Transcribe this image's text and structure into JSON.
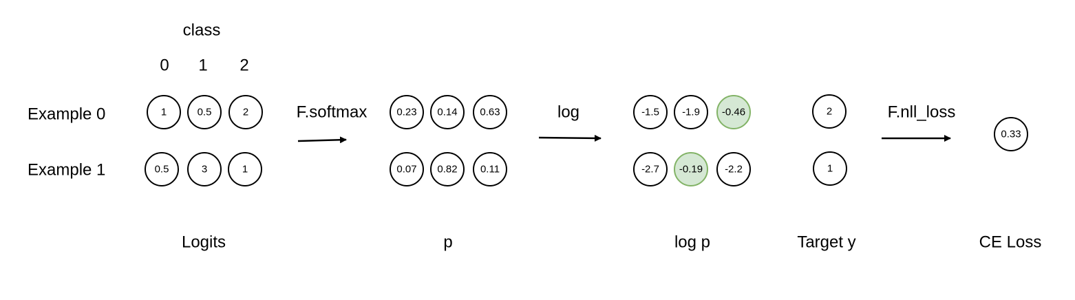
{
  "header": {
    "class_label": "class",
    "class_indices": [
      "0",
      "1",
      "2"
    ]
  },
  "rows": {
    "example0": "Example 0",
    "example1": "Example 1"
  },
  "operations": {
    "softmax": "F.softmax",
    "log": "log",
    "nll": "F.nll_loss"
  },
  "captions": {
    "logits": "Logits",
    "p": "p",
    "logp": "log p",
    "target": "Target y",
    "loss": "CE Loss"
  },
  "logits": [
    [
      "1",
      "0.5",
      "2"
    ],
    [
      "0.5",
      "3",
      "1"
    ]
  ],
  "p": [
    [
      "0.23",
      "0.14",
      "0.63"
    ],
    [
      "0.07",
      "0.82",
      "0.11"
    ]
  ],
  "logp": [
    [
      "-1.5",
      "-1.9",
      "-0.46"
    ],
    [
      "-2.7",
      "-0.19",
      "-2.2"
    ]
  ],
  "target": [
    "2",
    "1"
  ],
  "loss": "0.33",
  "highlight": {
    "fill": "#d5e8d4",
    "stroke": "#82b366"
  }
}
